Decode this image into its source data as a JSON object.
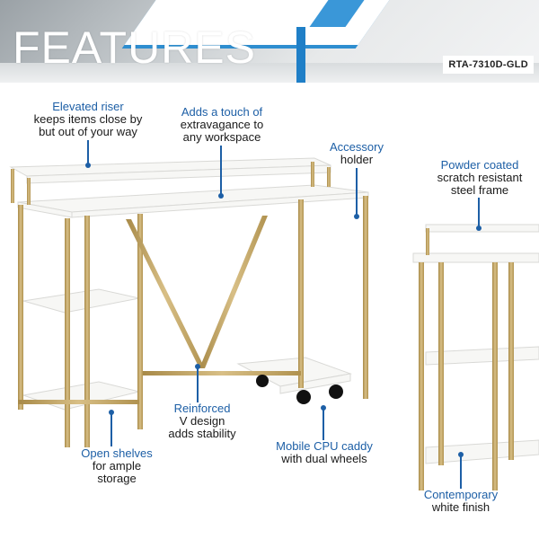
{
  "header": {
    "title": "FEATURES",
    "sku": "RTA-7310D-GLD"
  },
  "callouts": [
    {
      "id": "elevated-riser",
      "highlight": "Elevated riser",
      "lines": [
        "keeps items close by",
        "but out of your way"
      ]
    },
    {
      "id": "touch-of-extravagance",
      "highlight": "Adds a touch of",
      "lines": [
        "extravagance to",
        "any workspace"
      ]
    },
    {
      "id": "accessory-holder",
      "highlight": "Accessory",
      "lines": [
        "holder"
      ]
    },
    {
      "id": "powder-coated",
      "highlight": "Powder coated",
      "lines": [
        "scratch resistant",
        "steel frame"
      ]
    },
    {
      "id": "reinforced",
      "highlight": "Reinforced",
      "lines": [
        "V design",
        "adds stability"
      ]
    },
    {
      "id": "open-shelves",
      "highlight": "Open shelves",
      "lines": [
        "for ample",
        "storage"
      ]
    },
    {
      "id": "mobile-cpu",
      "highlight": "Mobile CPU caddy",
      "lines": [
        "with dual wheels"
      ]
    },
    {
      "id": "contemporary",
      "highlight": "Contemporary",
      "lines": [
        "white finish"
      ]
    }
  ],
  "colors": {
    "accent": "#1d5fa6",
    "frame_gold": "#c8aa6a",
    "board_white": "#f7f7f5"
  }
}
